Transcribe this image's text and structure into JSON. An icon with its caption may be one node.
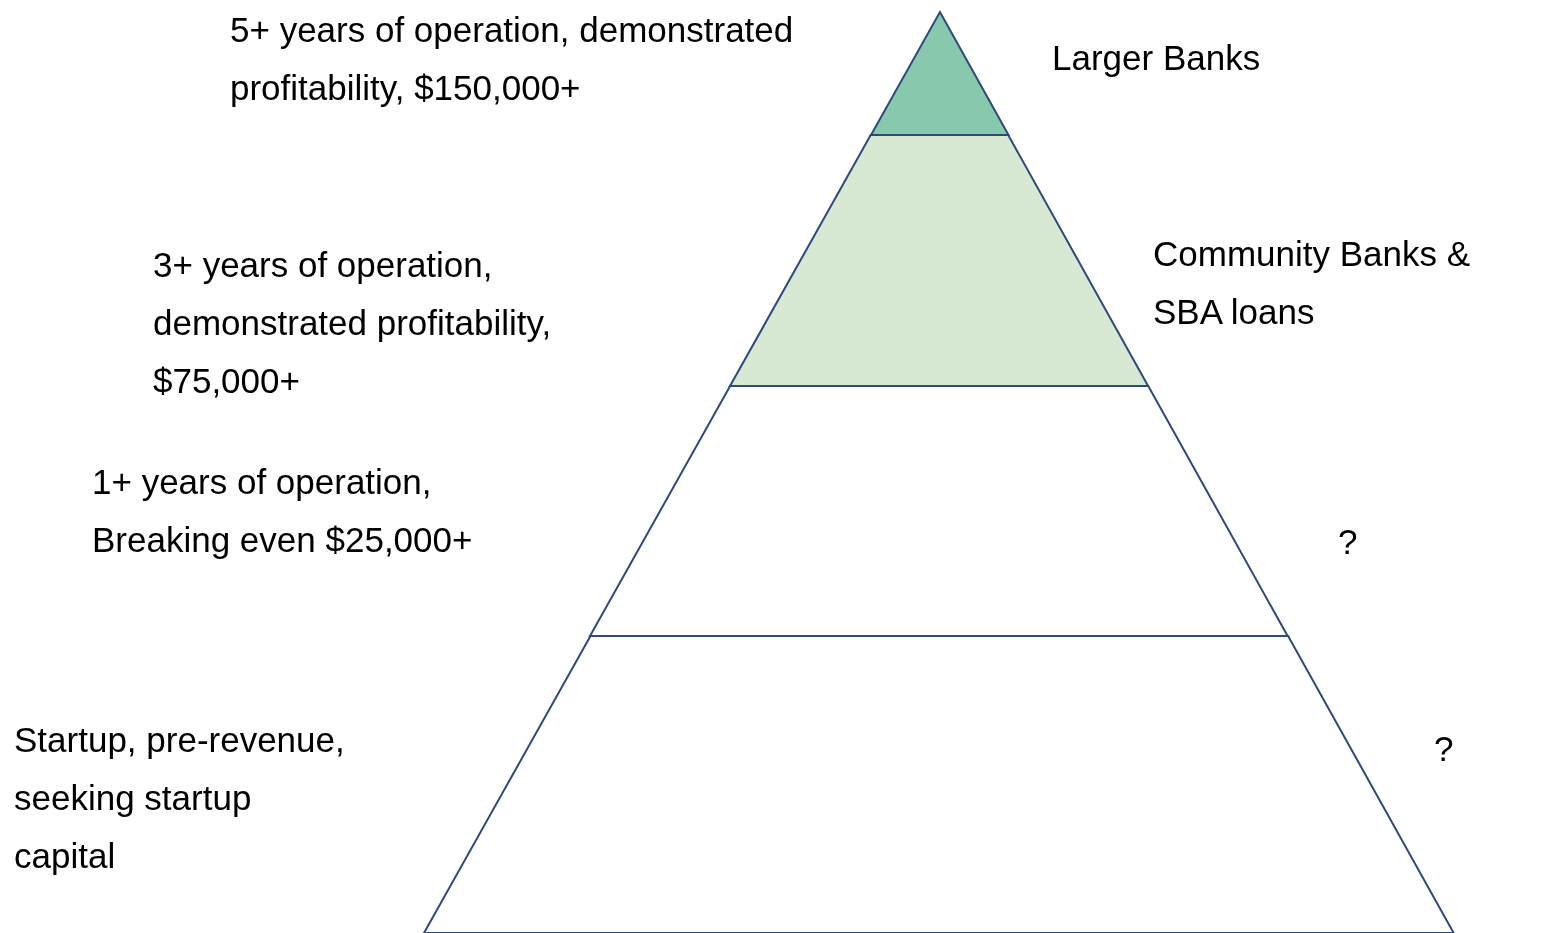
{
  "diagram": {
    "nodes": [
      {
        "text": [],
        "shape": "triangle",
        "beside": [
          "Larger Banks"
        ]
      },
      {
        "text": [],
        "shape": "band",
        "beside": [
          "Community Banks & SBA loans"
        ]
      },
      {
        "text": [],
        "shape": "band",
        "beside": [
          "?"
        ]
      },
      {
        "text": [],
        "shape": "band",
        "beside": [
          "?"
        ]
      }
    ],
    "labels": [
      "5+ years of operation, demonstrated profitability, $150,000+",
      "3+ years of operation, demonstrated profitability, $75,000+",
      "1+ years of operation, Breaking even $25,000+",
      "Startup, pre-revenue, seeking startup capital"
    ]
  }
}
